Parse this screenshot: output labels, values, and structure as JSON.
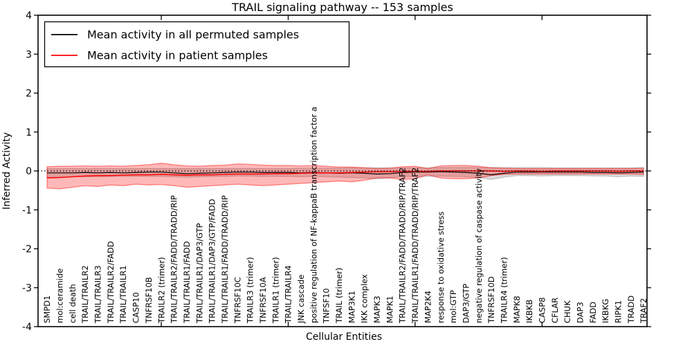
{
  "chart_data": {
    "type": "line",
    "title": "TRAIL signaling pathway -- 153 samples",
    "xlabel": "Cellular Entities",
    "ylabel": "Inferred Activity",
    "ylim": [
      -4,
      4
    ],
    "yticks": [
      4,
      3,
      2,
      1,
      0,
      -1,
      -2,
      -3,
      -4
    ],
    "xtick_positions": [
      9,
      19,
      29,
      39
    ],
    "grid": false,
    "legend_position": "upper left",
    "zero_reference_line": "dotted black line at y=0",
    "categories": [
      "SMPD1",
      "mol:ceramide",
      "cell death",
      "TRAIL/TRAILR2",
      "TRAIL/TRAILR3",
      "TRAIL/TRAILR2/FADD",
      "TRAIL/TRAILR1",
      "CASP10",
      "TNFRSF10B",
      "TRAILR2 (trimer)",
      "TRAIL/TRAILR2/FADD/TRADD/RIP",
      "TRAIL/TRAILR1/FADD",
      "TRAIL/TRAILR1/DAP3/GTP",
      "TRAIL/TRAILR1/DAP3/GTP/FADD",
      "TRAIL/TRAILR1/FADD/TRADD/RIP",
      "TNFRSF10C",
      "TRAILR3 (trimer)",
      "TNFRSF10A",
      "TRAILR1 (trimer)",
      "TRAIL/TRAILR4",
      "JNK cascade",
      "positive regulation of NF-kappaB transcription factor a",
      "TNFSF10",
      "TRAIL (trimer)",
      "MAP3K1",
      "IKK complex",
      "MAPK3",
      "MAPK1",
      "TRAIL/TRAILR2/FADD/TRADD/RIP/TRAF2",
      "TRAIL/TRAILR1/FADD/TRADD/RIP/TRAF2",
      "MAP2K4",
      "response to oxidative stress",
      "mol:GTP",
      "DAP3/GTP",
      "negative regulation of caspase activity",
      "TNFRSF10D",
      "TRAILR4 (trimer)",
      "MAPK8",
      "IKBKB",
      "CASP8",
      "CFLAR",
      "CHUK",
      "DAP3",
      "FADD",
      "IKBKG",
      "RIPK1",
      "TRADD",
      "TRAF2"
    ],
    "series": [
      {
        "id": "permuted-mean",
        "name": "Mean activity in all permuted samples",
        "color": "#000000",
        "values": [
          -0.05,
          -0.05,
          -0.05,
          -0.04,
          -0.05,
          -0.04,
          -0.05,
          -0.04,
          -0.03,
          -0.03,
          -0.05,
          -0.07,
          -0.06,
          -0.05,
          -0.04,
          -0.03,
          -0.03,
          -0.04,
          -0.04,
          -0.04,
          -0.05,
          -0.04,
          -0.05,
          -0.06,
          -0.05,
          -0.06,
          -0.08,
          -0.07,
          -0.04,
          -0.03,
          -0.03,
          -0.02,
          -0.03,
          -0.04,
          -0.06,
          -0.1,
          -0.06,
          -0.03,
          -0.03,
          -0.03,
          -0.03,
          -0.03,
          -0.03,
          -0.04,
          -0.04,
          -0.05,
          -0.04,
          -0.03
        ]
      },
      {
        "id": "patient-mean",
        "name": "Mean activity in patient samples",
        "color": "#ff0000",
        "values": [
          -0.18,
          -0.17,
          -0.15,
          -0.13,
          -0.12,
          -0.12,
          -0.11,
          -0.1,
          -0.1,
          -0.09,
          -0.1,
          -0.11,
          -0.1,
          -0.1,
          -0.09,
          -0.08,
          -0.08,
          -0.08,
          -0.07,
          -0.07,
          -0.06,
          -0.05,
          -0.05,
          -0.05,
          -0.04,
          -0.03,
          -0.02,
          -0.02,
          -0.01,
          -0.01,
          -0.01,
          0,
          0,
          0,
          0,
          0,
          -0.01,
          0,
          0,
          -0.01,
          0,
          0,
          0,
          0,
          0,
          -0.01,
          0,
          0
        ]
      }
    ],
    "bands": [
      {
        "id": "permuted-band",
        "name": "spread of permuted samples",
        "fill": "#999999",
        "opacity": 0.35,
        "upper": [
          0.06,
          0.06,
          0.06,
          0.06,
          0.06,
          0.06,
          0.06,
          0.06,
          0.06,
          0.06,
          0.06,
          0.06,
          0.06,
          0.06,
          0.06,
          0.06,
          0.06,
          0.06,
          0.06,
          0.06,
          0.07,
          0.07,
          0.07,
          0.07,
          0.08,
          0.08,
          0.08,
          0.08,
          0.08,
          0.08,
          0.08,
          0.09,
          0.09,
          0.09,
          0.09,
          0.09,
          0.09,
          0.09,
          0.09,
          0.09,
          0.08,
          0.08,
          0.08,
          0.08,
          0.08,
          0.08,
          0.08,
          0.09
        ],
        "lower": [
          -0.16,
          -0.16,
          -0.15,
          -0.15,
          -0.15,
          -0.14,
          -0.14,
          -0.14,
          -0.14,
          -0.14,
          -0.15,
          -0.16,
          -0.15,
          -0.14,
          -0.14,
          -0.13,
          -0.13,
          -0.14,
          -0.14,
          -0.14,
          -0.15,
          -0.14,
          -0.15,
          -0.16,
          -0.17,
          -0.18,
          -0.2,
          -0.18,
          -0.15,
          -0.14,
          -0.14,
          -0.13,
          -0.14,
          -0.15,
          -0.17,
          -0.22,
          -0.16,
          -0.12,
          -0.12,
          -0.13,
          -0.12,
          -0.12,
          -0.12,
          -0.13,
          -0.13,
          -0.15,
          -0.13,
          -0.14
        ]
      },
      {
        "id": "patient-band",
        "name": "spread of patient samples",
        "fill": "#ff0000",
        "opacity": 0.28,
        "upper": [
          0.11,
          0.12,
          0.12,
          0.13,
          0.12,
          0.13,
          0.12,
          0.14,
          0.16,
          0.2,
          0.16,
          0.13,
          0.12,
          0.14,
          0.15,
          0.18,
          0.17,
          0.15,
          0.14,
          0.14,
          0.13,
          0.14,
          0.12,
          0.1,
          0.1,
          0.08,
          0.06,
          0.07,
          0.11,
          0.12,
          0.06,
          0.13,
          0.14,
          0.14,
          0.12,
          0.08,
          0.07,
          0.06,
          0.06,
          0.06,
          0.06,
          0.06,
          0.06,
          0.06,
          0.06,
          0.06,
          0.06,
          0.07
        ],
        "lower": [
          -0.44,
          -0.46,
          -0.42,
          -0.38,
          -0.4,
          -0.36,
          -0.38,
          -0.34,
          -0.36,
          -0.35,
          -0.38,
          -0.42,
          -0.4,
          -0.38,
          -0.36,
          -0.34,
          -0.36,
          -0.38,
          -0.36,
          -0.34,
          -0.32,
          -0.3,
          -0.28,
          -0.26,
          -0.28,
          -0.24,
          -0.18,
          -0.18,
          -0.22,
          -0.2,
          -0.1,
          -0.18,
          -0.2,
          -0.2,
          -0.18,
          -0.12,
          -0.09,
          -0.08,
          -0.08,
          -0.08,
          -0.08,
          -0.08,
          -0.08,
          -0.08,
          -0.08,
          -0.08,
          -0.08,
          -0.09
        ]
      }
    ]
  },
  "colors": {
    "background": "#ffffff",
    "axis": "#000000",
    "permuted_line": "#000000",
    "patient_line": "#ff0000",
    "permuted_band": "#e2e2e2",
    "patient_band": "#f7b6b6"
  }
}
